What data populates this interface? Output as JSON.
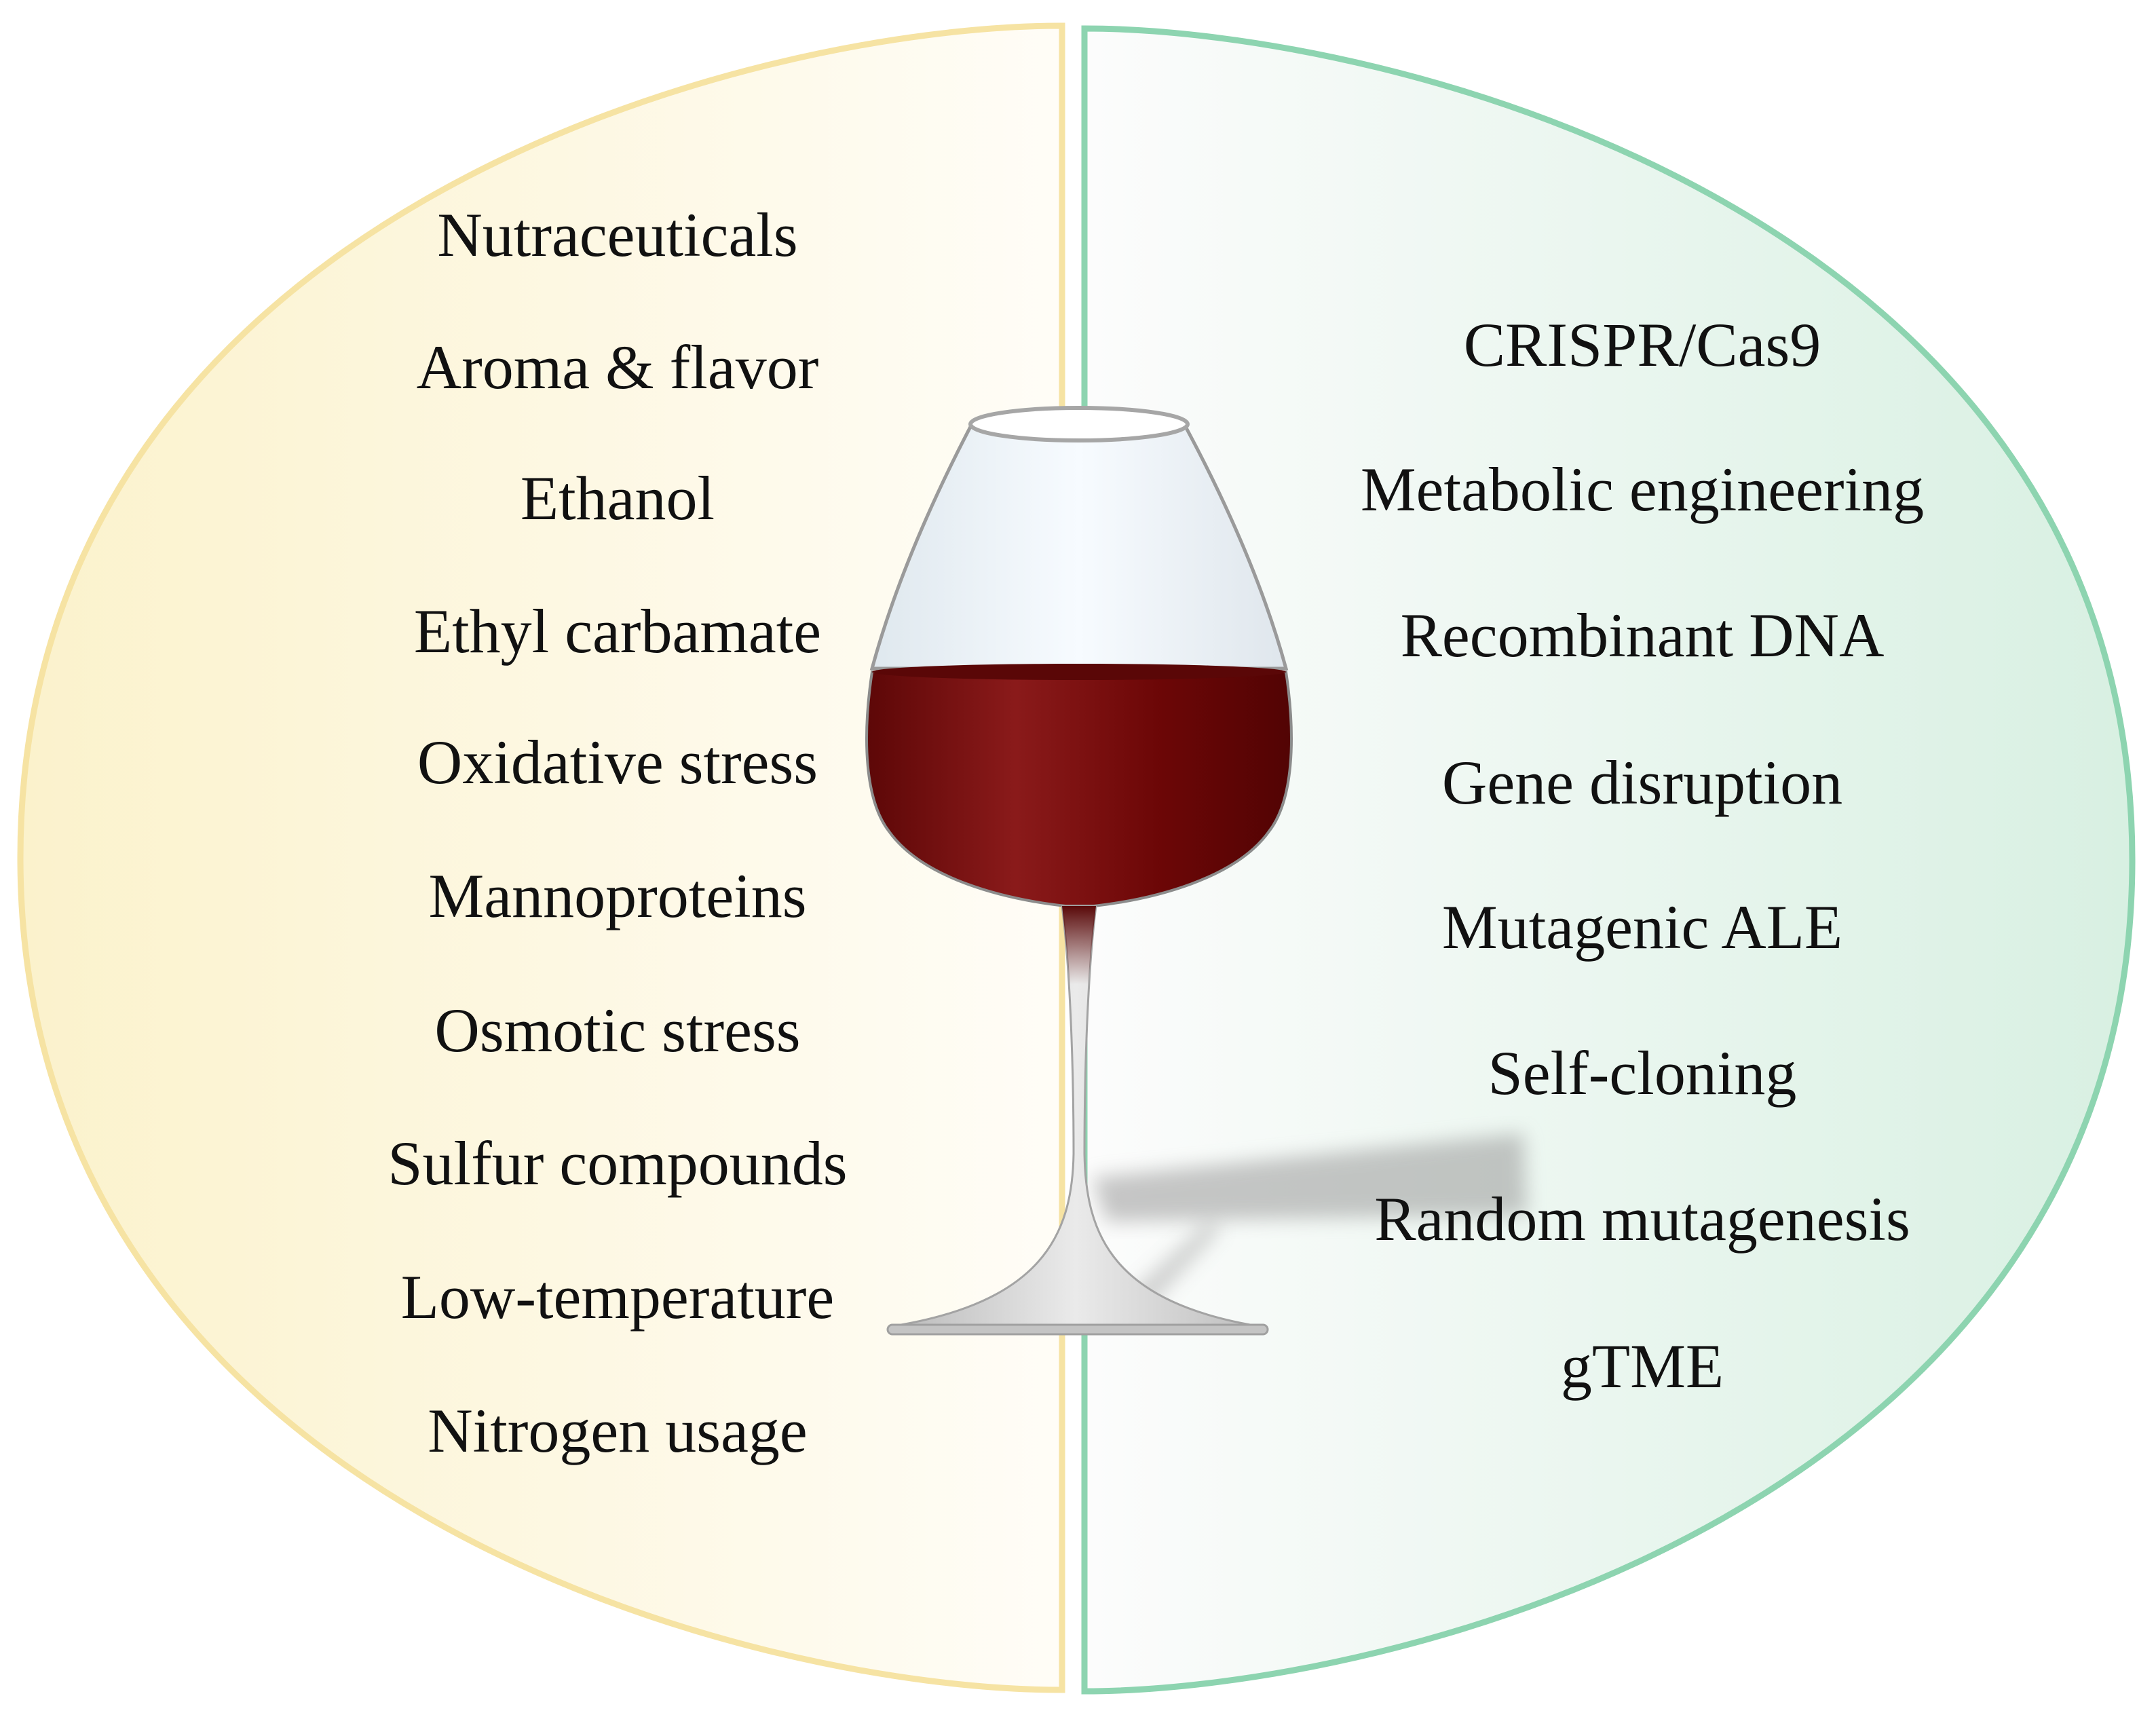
{
  "colors": {
    "left_panel_border": "#f6e3a3",
    "left_panel_fill_edge": "#fbf2cc",
    "left_panel_fill_center": "#fffdf6",
    "right_panel_border": "#8dd4b0",
    "right_panel_fill_edge": "#d9f1e4",
    "right_panel_fill_center": "#fbfcfb",
    "wine": "#6e0b0b",
    "glass": "#c7c7c7",
    "text": "#111111"
  },
  "icons": {
    "center": "wine-glass-icon"
  },
  "left_panel": {
    "items": [
      "Nutraceuticals",
      "Aroma & flavor",
      "Ethanol",
      "Ethyl carbamate",
      "Oxidative stress",
      "Mannoproteins",
      "Osmotic stress",
      "Sulfur compounds",
      "Low-temperature",
      "Nitrogen usage"
    ]
  },
  "right_panel": {
    "items": [
      "CRISPR/Cas9",
      "Metabolic engineering",
      "Recombinant DNA",
      "Gene disruption",
      "Mutagenic ALE",
      "Self-cloning",
      "Random mutagenesis",
      "gTME"
    ]
  }
}
